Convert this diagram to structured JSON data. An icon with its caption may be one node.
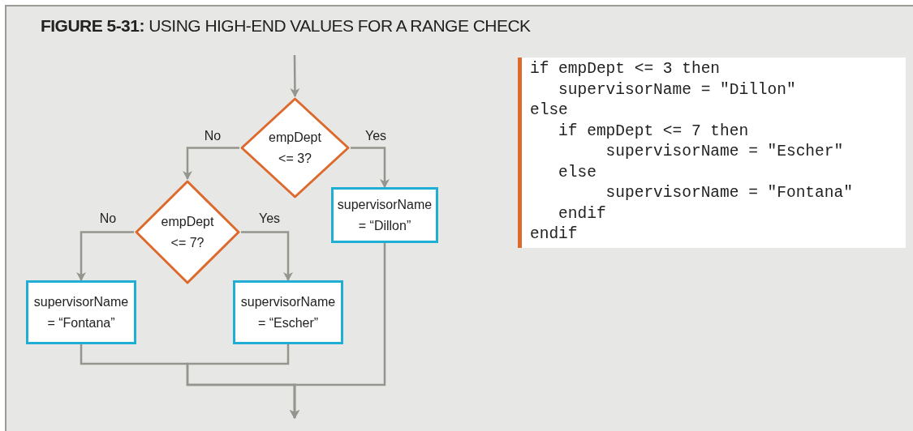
{
  "diagram": {
    "title": "**FIGURE 5-31:** USING HIGH-END VALUES FOR A RANGE CHECK",
    "nodes": [
      {
        "text": [
          "empDept <= 3?"
        ]
      },
      {
        "text": [
          "supervisorName = “Dillon”"
        ]
      },
      {
        "text": [
          "empDept <= 7?"
        ]
      },
      {
        "text": [
          "supervisorName = “Fontana”"
        ]
      },
      {
        "text": [
          "supervisorName = “Escher”"
        ]
      },
      {
        "text": [
          "if empDept <= 3 then",
          "   supervisorName = \"Dillon\"",
          "else",
          "   if empDept <= 7 then",
          "        supervisorName = \"Escher\"",
          "   else",
          "        supervisorName = \"Fontana\"",
          "   endif",
          "endif"
        ]
      }
    ],
    "edges": [
      {
        "from": null,
        "to": 0,
        "arrow": "to"
      },
      {
        "from": 0,
        "to": 2,
        "label": "No",
        "arrow": "to"
      },
      {
        "from": 0,
        "to": 1,
        "label": "Yes",
        "arrow": "to"
      },
      {
        "from": 2,
        "to": 3,
        "label": "No",
        "arrow": "to"
      },
      {
        "from": 2,
        "to": 4,
        "label": "Yes",
        "arrow": "to"
      },
      {
        "from": 3,
        "to": null,
        "arrow": "to"
      },
      {
        "from": 4,
        "to": null,
        "arrow": "to"
      },
      {
        "from": 1,
        "to": null,
        "arrow": "to"
      }
    ]
  }
}
